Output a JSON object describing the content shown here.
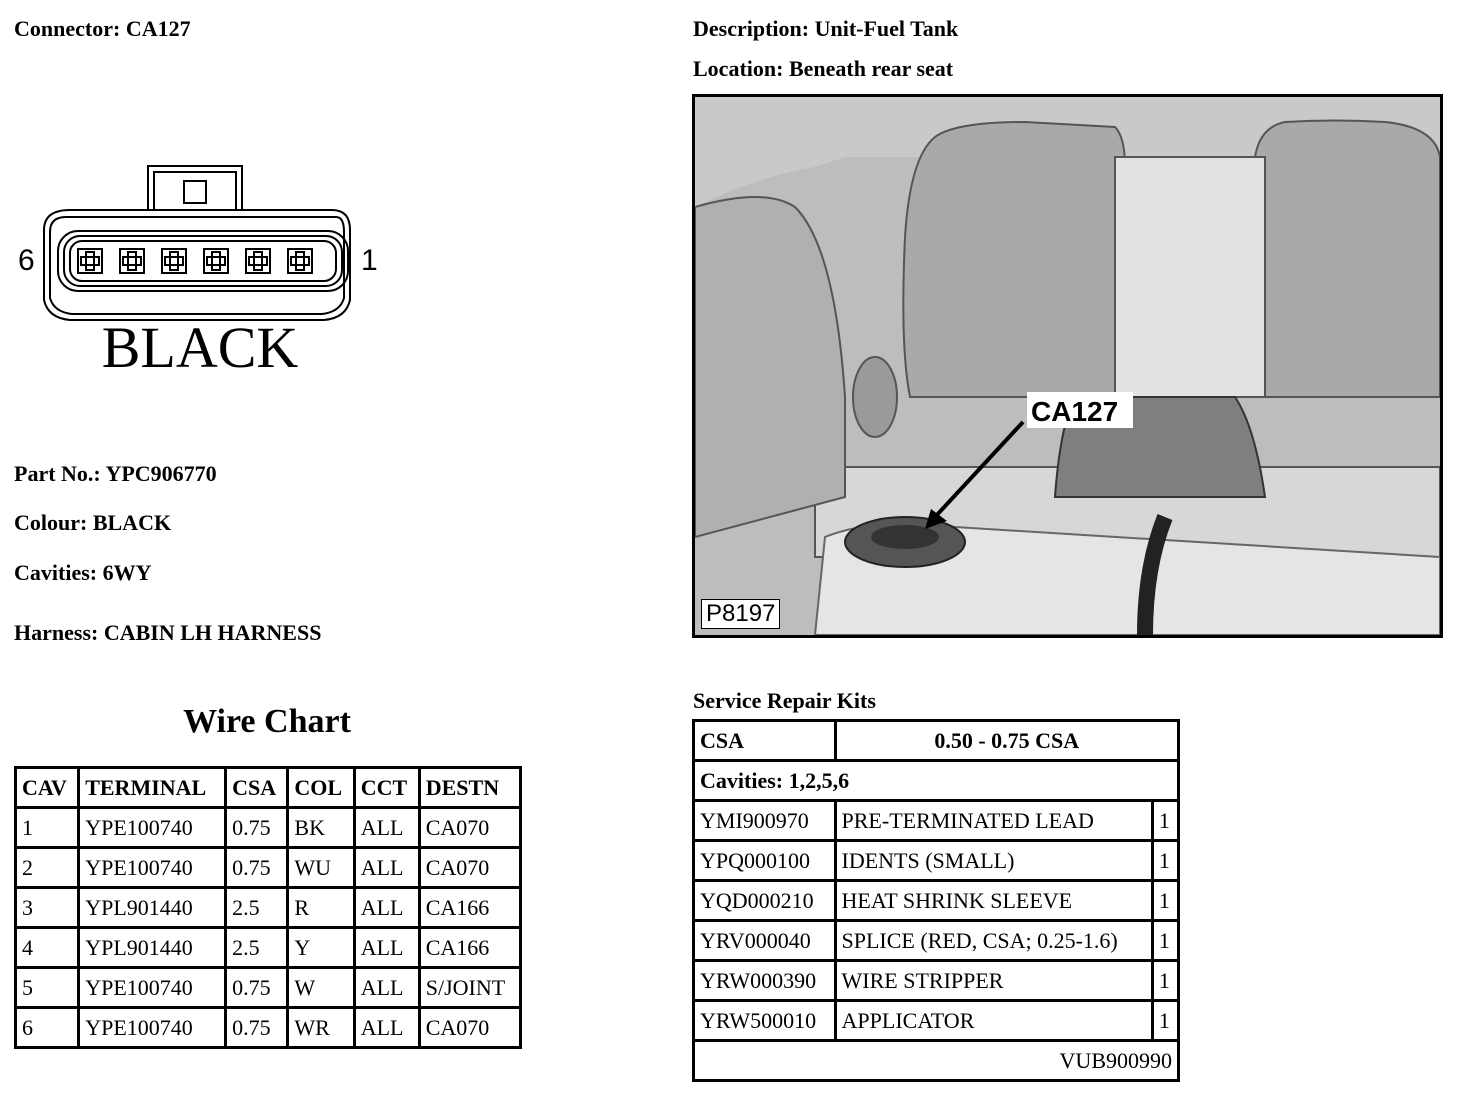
{
  "connector": {
    "label": "Connector:",
    "value": "CA127"
  },
  "description": {
    "label": "Description:",
    "value": "Unit-Fuel Tank"
  },
  "location": {
    "label": "Location:",
    "value": "Beneath rear seat"
  },
  "diagram": {
    "pin_left": "6",
    "pin_right": "1",
    "color_label": "BLACK"
  },
  "photo": {
    "callout": "CA127",
    "image_id": "P8197"
  },
  "part_no": {
    "label": "Part No.:",
    "value": "YPC906770"
  },
  "colour": {
    "label": "Colour:",
    "value": "BLACK"
  },
  "cavities": {
    "label": "Cavities:",
    "value": "6WY"
  },
  "harness": {
    "label": "Harness:",
    "value": "CABIN LH HARNESS"
  },
  "wire_chart": {
    "title": "Wire Chart",
    "headers": [
      "CAV",
      "TERMINAL",
      "CSA",
      "COL",
      "CCT",
      "DESTN"
    ],
    "rows": [
      [
        "1",
        "YPE100740",
        "0.75",
        "BK",
        "ALL",
        "CA070"
      ],
      [
        "2",
        "YPE100740",
        "0.75",
        "WU",
        "ALL",
        "CA070"
      ],
      [
        "3",
        "YPL901440",
        "2.5",
        "R",
        "ALL",
        "CA166"
      ],
      [
        "4",
        "YPL901440",
        "2.5",
        "Y",
        "ALL",
        "CA166"
      ],
      [
        "5",
        "YPE100740",
        "0.75",
        "W",
        "ALL",
        "S/JOINT"
      ],
      [
        "6",
        "YPE100740",
        "0.75",
        "WR",
        "ALL",
        "CA070"
      ]
    ]
  },
  "service_kits": {
    "title": "Service Repair Kits",
    "csa_label": "CSA",
    "csa_value": "0.50 - 0.75 CSA",
    "cavities": "Cavities: 1,2,5,6",
    "items": [
      [
        "YMI900970",
        "PRE-TERMINATED LEAD",
        "1"
      ],
      [
        "YPQ000100",
        "IDENTS (SMALL)",
        "1"
      ],
      [
        "YQD000210",
        "HEAT SHRINK SLEEVE",
        "1"
      ],
      [
        "YRV000040",
        "SPLICE (RED, CSA; 0.25-1.6)",
        "1"
      ],
      [
        "YRW000390",
        "WIRE STRIPPER",
        "1"
      ],
      [
        "YRW500010",
        "APPLICATOR",
        "1"
      ]
    ],
    "kit_number": "VUB900990"
  }
}
